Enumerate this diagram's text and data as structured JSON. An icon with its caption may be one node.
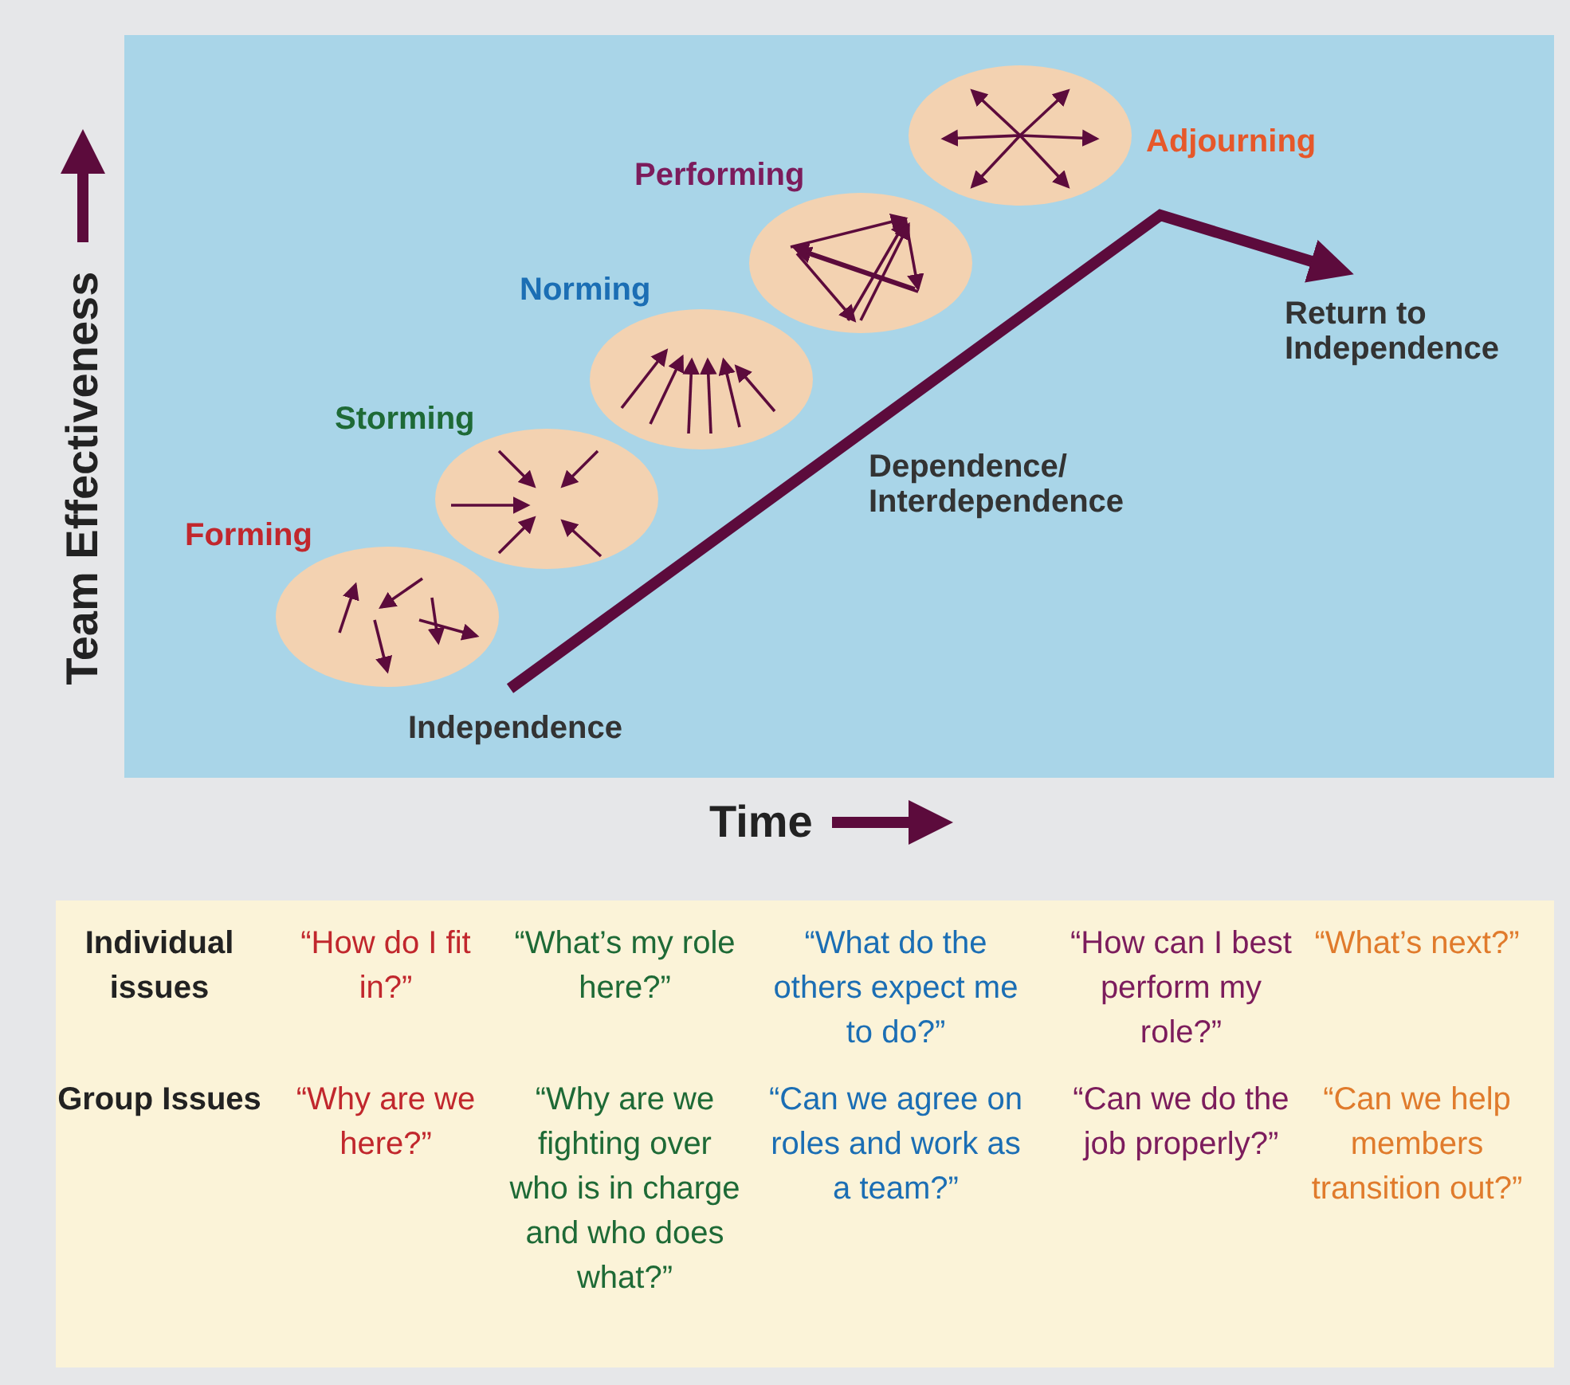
{
  "diagram": {
    "nodes": [
      {
        "text": [
          "Forming"
        ]
      },
      {
        "text": [
          "Storming"
        ]
      },
      {
        "text": [
          "Norming"
        ]
      },
      {
        "text": [
          "Performing"
        ]
      },
      {
        "text": [
          "Adjourning"
        ]
      }
    ],
    "labels": [
      "Team Effectiveness",
      "Independence",
      "Dependence/ Interdependence",
      "Return to Independence",
      "Time",
      "Individual issues",
      "“How do I fit in?”",
      "“What’s my role here?”",
      "“What do the others expect me to do?”",
      "“How can I best perform my role?”",
      "“What’s next?”",
      "Group Issues",
      "“Why are we here?”",
      "“Why are we fighting over who is in charge and who does what?”",
      "“Can we agree on roles and work as a team?”",
      "“Can we do the job properly?”",
      "“Can we help members transition out?”"
    ]
  }
}
